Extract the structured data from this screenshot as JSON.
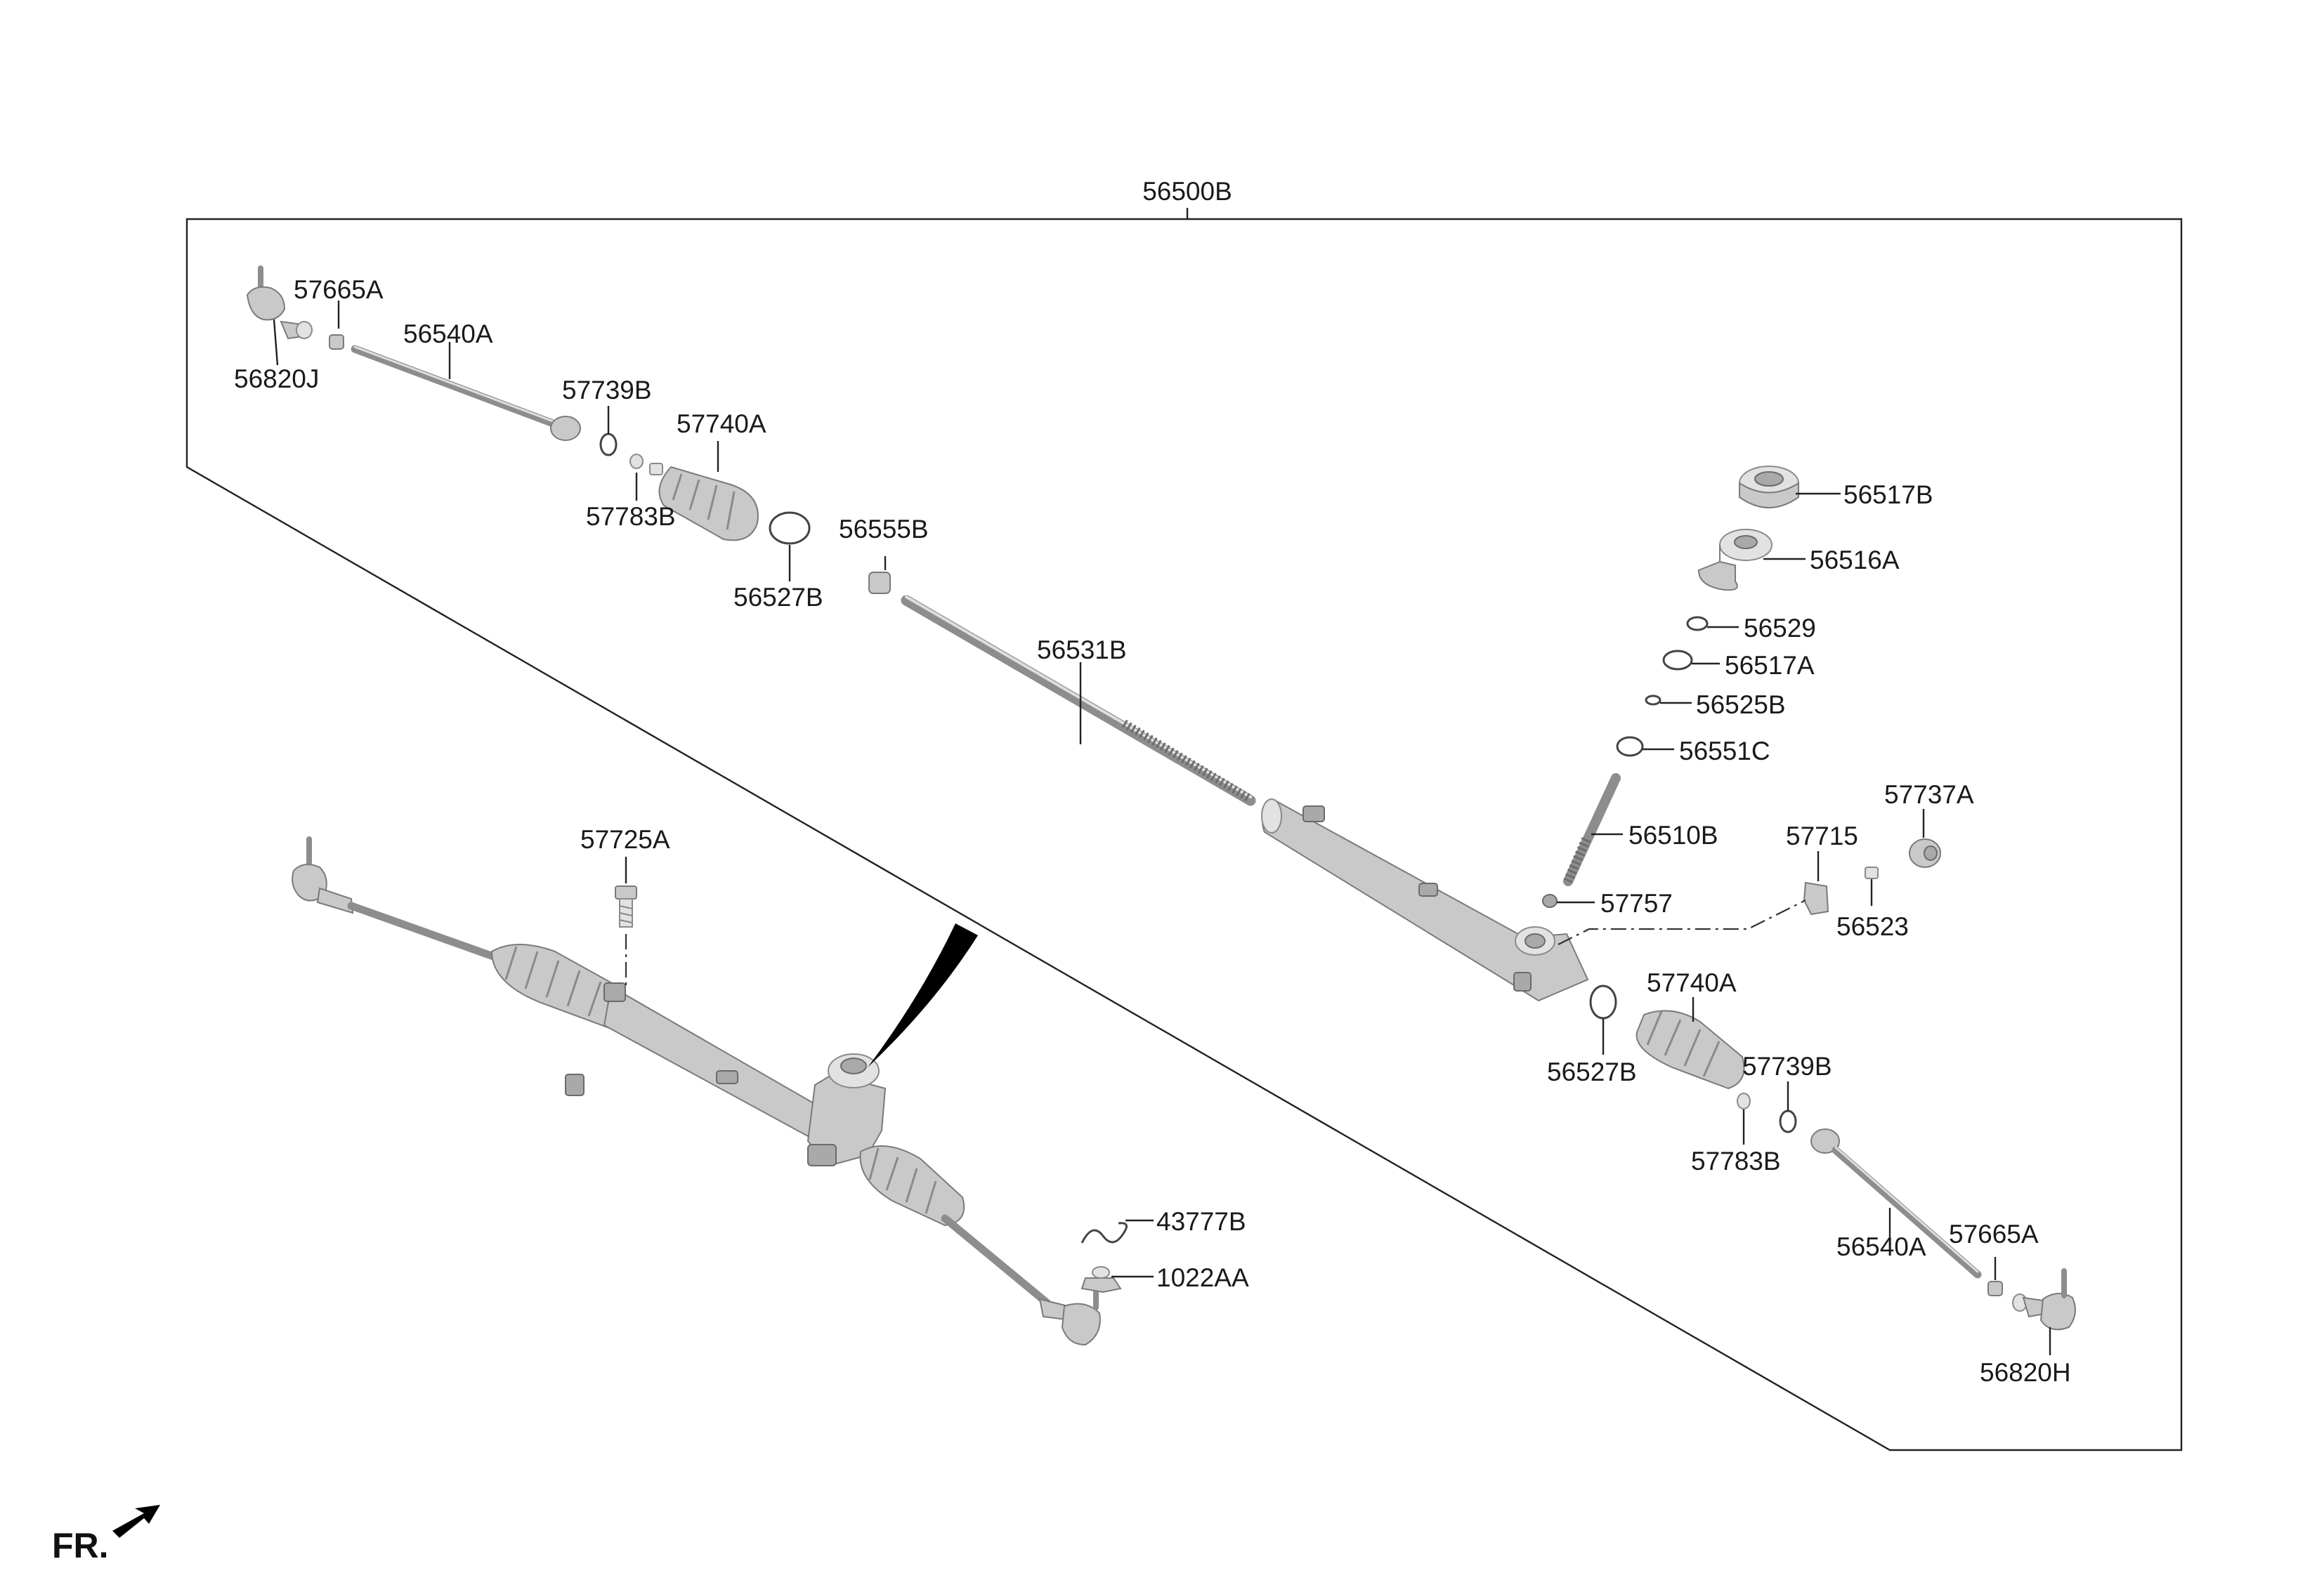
{
  "labels": {
    "assembly": "56500B",
    "tie_rod_end_left": "56820J",
    "nut_left": "57665A",
    "inner_tie_rod_left": "56540A",
    "washer_left": "57739B",
    "boot_left": "57740A",
    "clip_left": "57783B",
    "band_left": "56527B",
    "bushing": "56555B",
    "rack": "56531B",
    "yoke_plug": "56517B",
    "yoke": "56516A",
    "snap_ring": "56529",
    "oil_seal": "56517A",
    "o_ring": "56525B",
    "bearing": "56551C",
    "pinion": "56510B",
    "plug_57757": "57757",
    "bracket_57715": "57715",
    "cap_57737A": "57737A",
    "pin_56523": "56523",
    "boot_right": "57740A",
    "band_right": "56527B",
    "washer_right": "57739B",
    "clip_right": "57783B",
    "inner_tie_rod_right": "56540A",
    "nut_right": "57665A",
    "tie_rod_end_right": "56820H",
    "bolt": "57725A",
    "clamp": "43777B",
    "nut_1022": "1022AA"
  },
  "direction_label": "FR."
}
